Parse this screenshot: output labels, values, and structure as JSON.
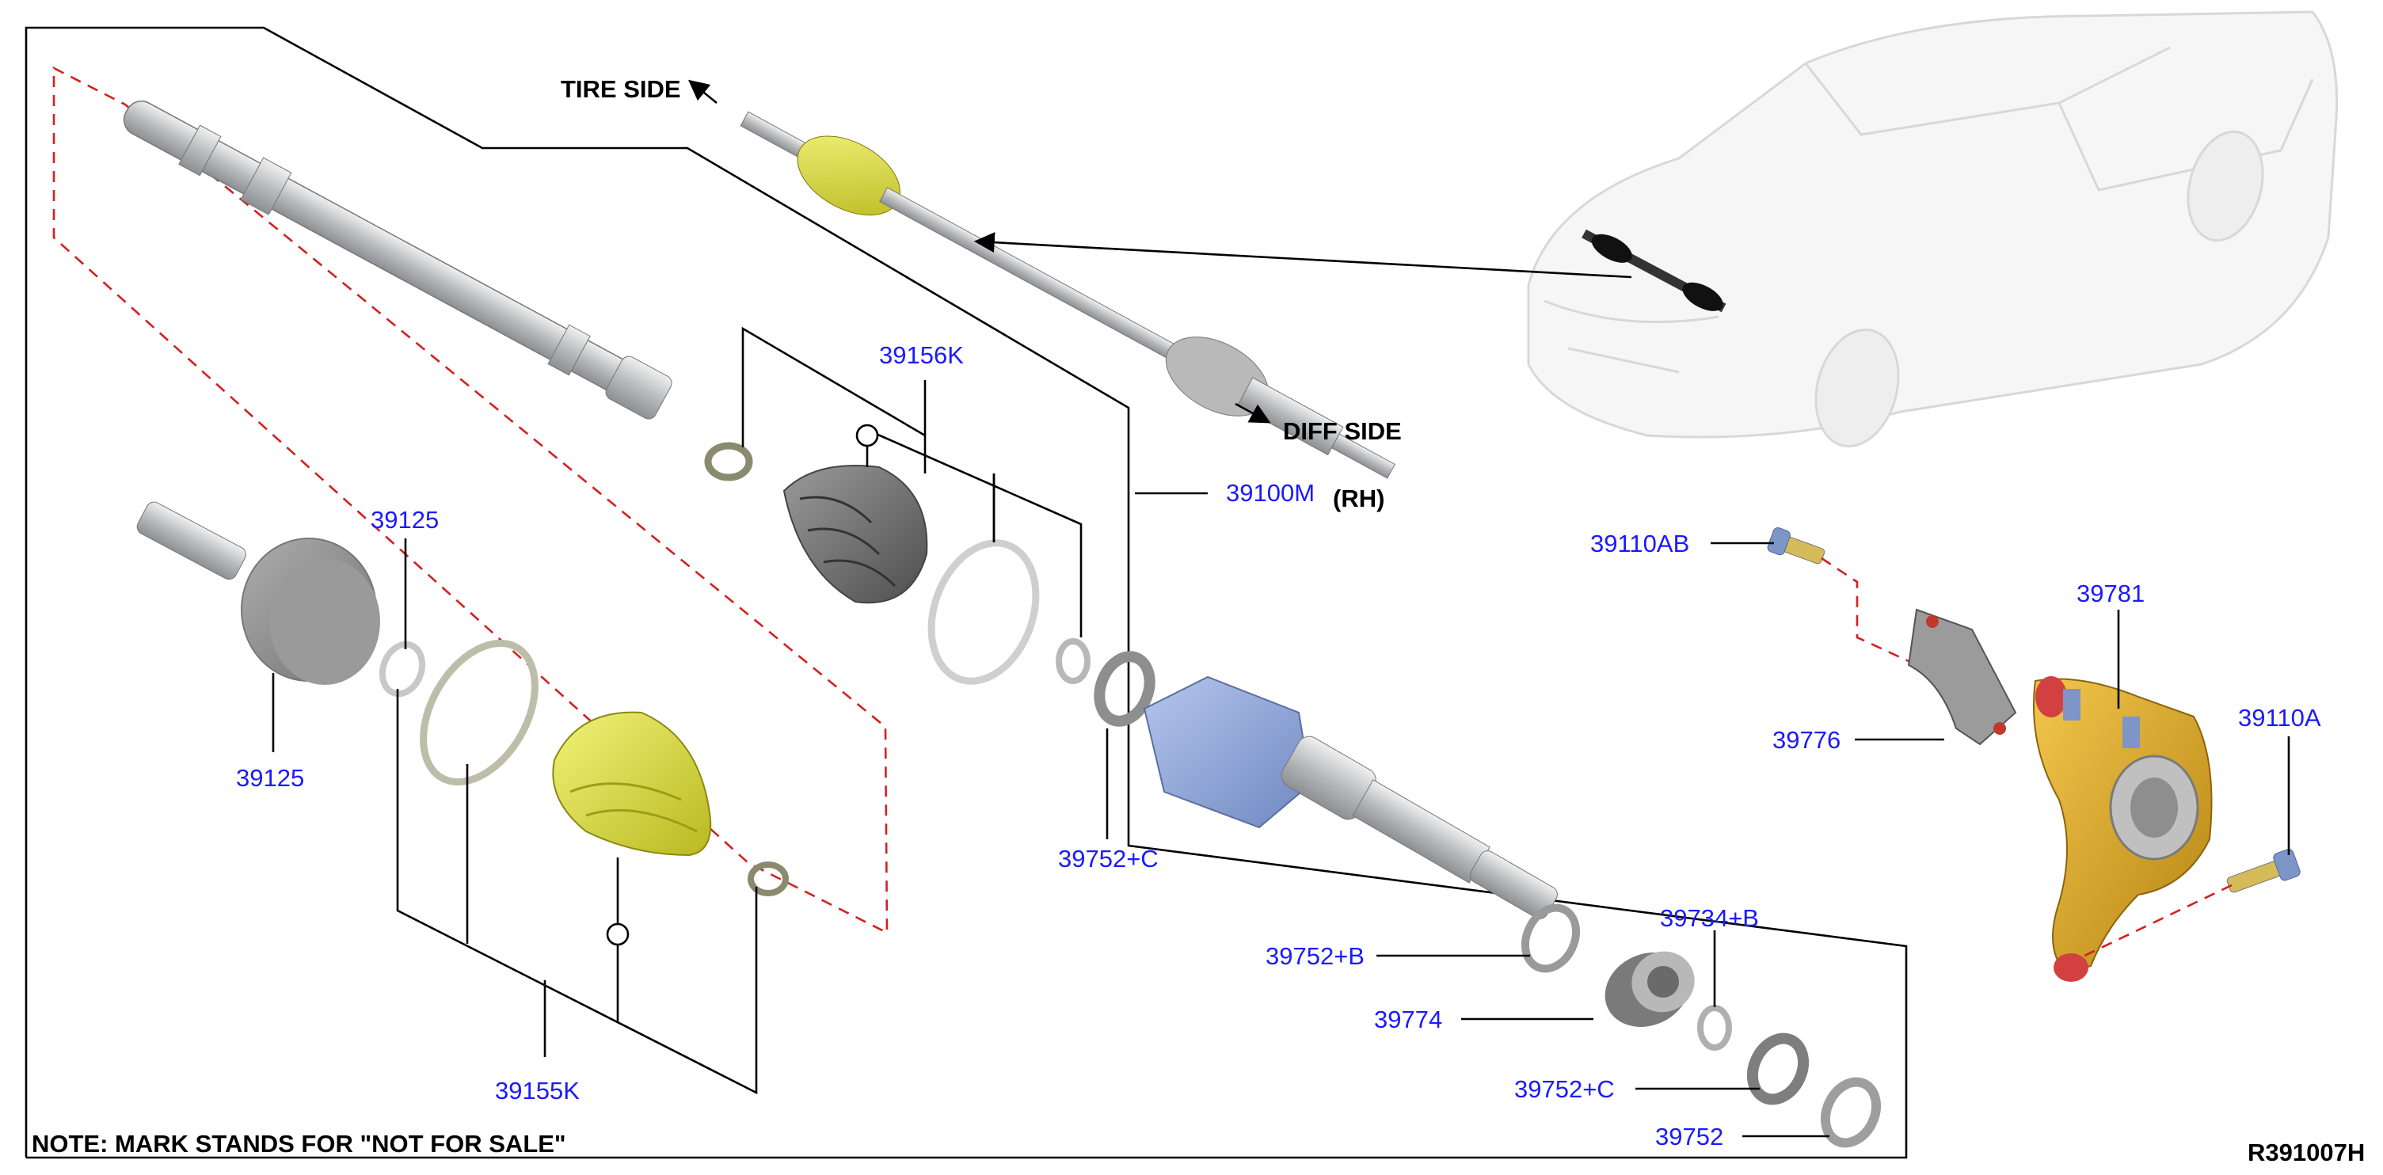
{
  "callouts": {
    "tire_side": "TIRE SIDE",
    "diff_side": "DIFF SIDE",
    "assembly_no": "39100M",
    "assembly_side": "(RH)"
  },
  "parts": {
    "boot_kit_outer": "39156K",
    "bolt_ab": "39110AB",
    "knuckle": "39781",
    "bolt_a": "39110A",
    "bracket": "39776",
    "band_a": "39125",
    "joint_outer": "39125",
    "washer_c_upper": "39752+C",
    "washer_b": "39752+B",
    "bearing": "39774",
    "ring_b": "39734+B",
    "washer_c_lower": "39752+C",
    "washer": "39752",
    "boot_kit_inner": "39155K"
  },
  "note": "NOTE: MARK STANDS FOR \"NOT FOR SALE\"",
  "ref_code": "R391007H",
  "colors": {
    "boot_yellow": "#d6d63a",
    "housing_blue": "#8ea6d8",
    "knuckle_gold": "#d9a92a",
    "callout_blue": "#1a1aff",
    "dashed_red": "#d42020"
  }
}
